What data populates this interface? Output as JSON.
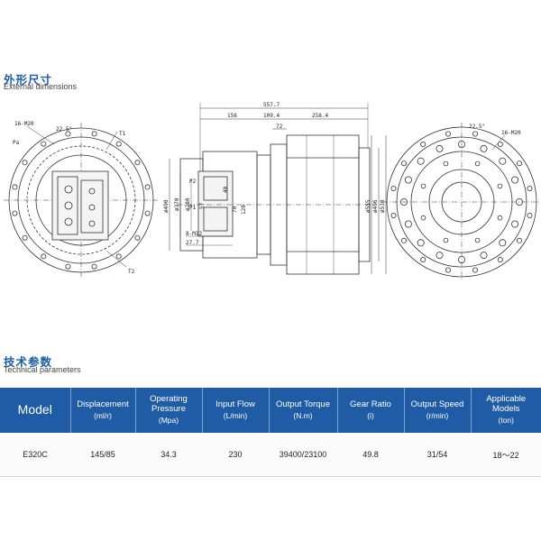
{
  "dims": {
    "title": "外形尺寸",
    "subtitle": "External dimensions",
    "labels": {
      "left_holes": "16-M20",
      "left_angle": "22.5°",
      "pa": "Pa",
      "t1": "T1",
      "t2": "T2",
      "top_total": "557.7",
      "top_a": "156",
      "top_b": "109.4",
      "top_c": "258.4",
      "top_d": "72",
      "d1": "ø490",
      "d2": "ø370",
      "d3": "ø280",
      "d4": "ø555",
      "d5": "ø496",
      "d6": "ø530",
      "p2": "P2",
      "p1": "P1",
      "dim_57": "57",
      "dim_40": "40",
      "dim_70": "70",
      "dim_120": "120",
      "m12": "8-M12",
      "dim_277": "27.7",
      "right_angle": "22.5°",
      "right_holes": "16-M20"
    }
  },
  "params": {
    "title": "技术参数",
    "subtitle": "Technical parameters",
    "headers": [
      {
        "label": "Model",
        "unit": ""
      },
      {
        "label": "Displacement",
        "unit": "(ml/r)"
      },
      {
        "label": "Operating Pressure",
        "unit": "(Mpa)"
      },
      {
        "label": "Input Flow",
        "unit": "(L/min)"
      },
      {
        "label": "Output Torque",
        "unit": "(N.m)"
      },
      {
        "label": "Gear Ratio",
        "unit": "(i)"
      },
      {
        "label": "Output Speed",
        "unit": "(r/min)"
      },
      {
        "label": "Applicable Models",
        "unit": "(ton)"
      }
    ],
    "rows": [
      [
        "E320C",
        "145/85",
        "34.3",
        "230",
        "39400/23100",
        "49.8",
        "31/54",
        "18～22"
      ]
    ]
  },
  "colors": {
    "title_blue": "#1b5ea8",
    "header_blue": "#1f5ca5"
  }
}
